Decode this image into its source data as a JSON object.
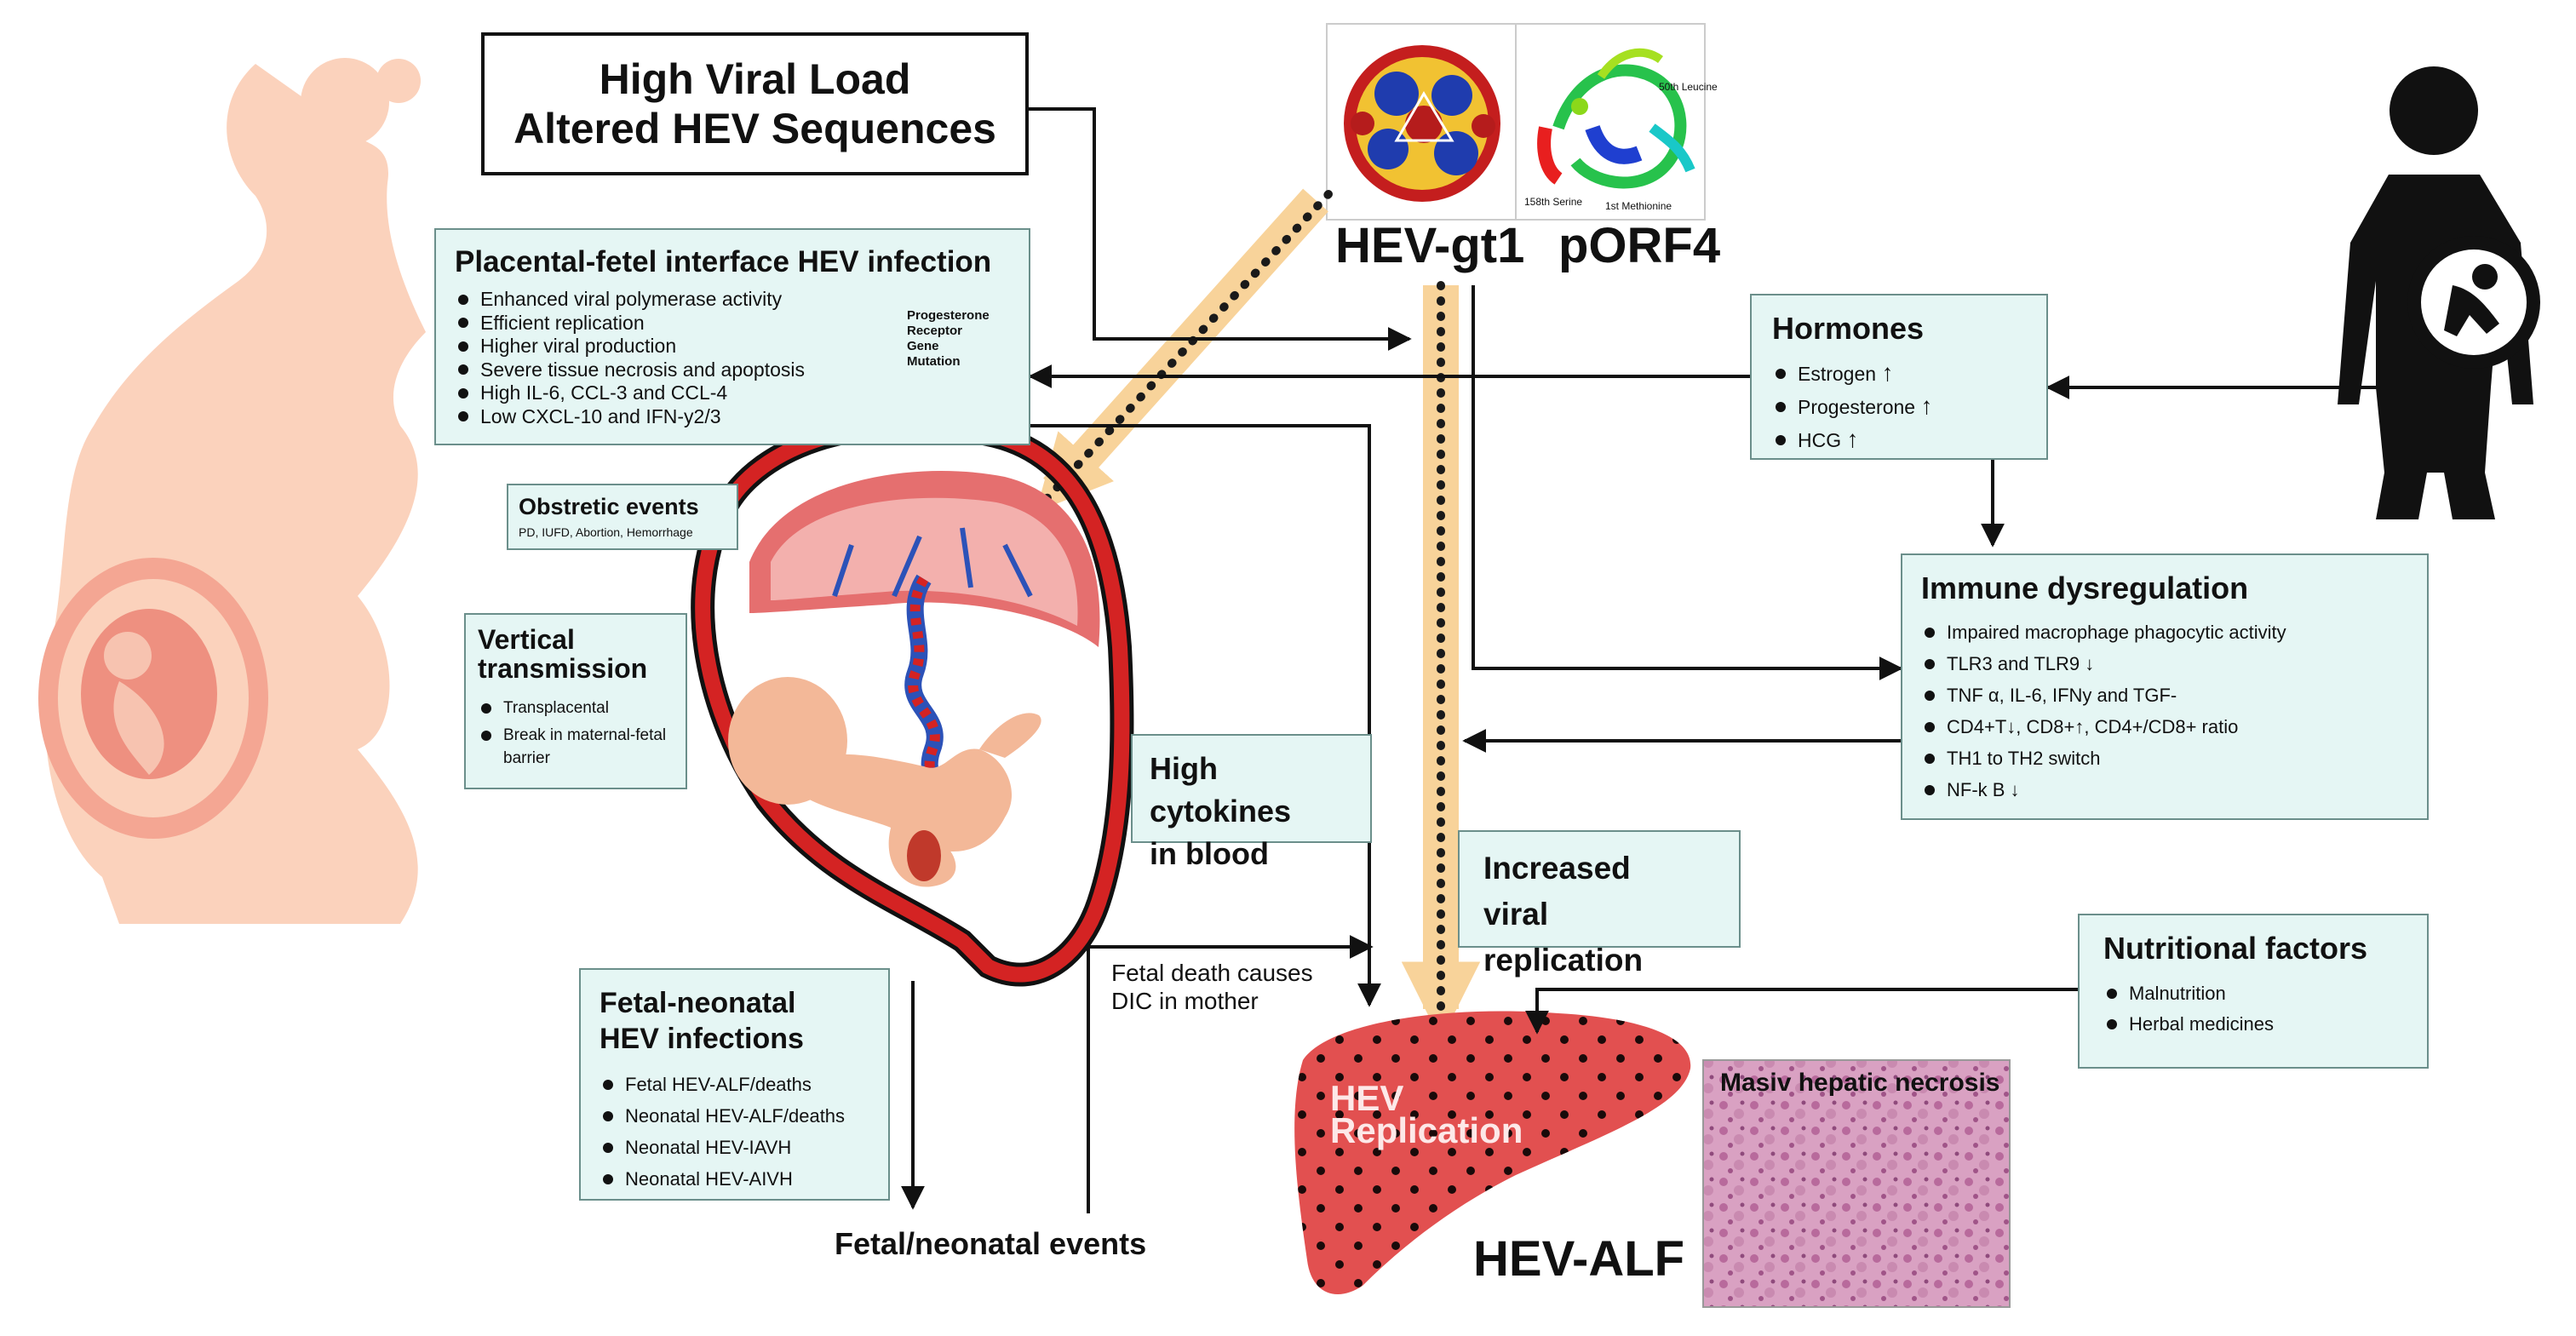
{
  "top_box": {
    "line1": "High Viral Load",
    "line2": "Altered HEV Sequences"
  },
  "virus_labels": {
    "hev_gt1": "HEV-gt1",
    "porf4": "pORF4"
  },
  "protein_annotations": {
    "leucine": "50th Leucine",
    "serine": "158th Serine",
    "methionine": "1st Methionine"
  },
  "placental": {
    "title": "Placental-fetel interface HEV infection",
    "items": [
      "Enhanced viral polymerase activity",
      "Efficient replication",
      "Higher viral production",
      "Severe tissue necrosis and apoptosis",
      "High IL-6, CCL-3 and CCL-4",
      "Low CXCL-10 and IFN-y2/3"
    ],
    "side_note": [
      "Progesterone",
      "Receptor",
      "Gene",
      "Mutation"
    ]
  },
  "hormones": {
    "title": "Hormones",
    "items": [
      {
        "label": "Estrogen",
        "arrow": "↑"
      },
      {
        "label": "Progesterone",
        "arrow": "↑"
      },
      {
        "label": "HCG",
        "arrow": "↑"
      }
    ]
  },
  "obstetric": {
    "title": "Obstretic events",
    "subtitle": "PD, IUFD, Abortion, Hemorrhage"
  },
  "vertical": {
    "title_line1": "Vertical",
    "title_line2": "transmission",
    "items": [
      "Transplacental",
      "Break in maternal-fetal",
      "barrier"
    ]
  },
  "immune": {
    "title": "Immune dysregulation",
    "items": [
      "Impaired macrophage phagocytic activity",
      "TLR3 and TLR9 ↓",
      "TNF α, IL-6, IFNy and TGF-",
      "CD4+T↓, CD8+↑, CD4+/CD8+ ratio",
      "TH1 to TH2 switch",
      "NF-k B ↓"
    ]
  },
  "cytokines": {
    "line1": "High cytokines",
    "line2": "in blood"
  },
  "increased": {
    "line1": "Increased",
    "line2": "viral replication"
  },
  "nutritional": {
    "title": "Nutritional factors",
    "items": [
      "Malnutrition",
      "Herbal medicines"
    ]
  },
  "fetal_neonatal": {
    "title_line1": "Fetal-neonatal",
    "title_line2": "HEV infections",
    "items": [
      "Fetal HEV-ALF/deaths",
      "Neonatal HEV-ALF/deaths",
      "Neonatal HEV-IAVH",
      "Neonatal HEV-AIVH"
    ]
  },
  "fetal_death": {
    "line1": "Fetal death causes",
    "line2": "DIC in mother"
  },
  "fetal_events": "Fetal/neonatal events",
  "liver": {
    "line1": "HEV",
    "line2": "Replication"
  },
  "hev_alf": "HEV-ALF",
  "necrosis": "Masiv hepatic necrosis",
  "colors": {
    "panel": "#e5f6f4",
    "panel_border": "#6b8f8b",
    "silhouette": "#fbd2bc",
    "uterus": "#d42323",
    "liver": "#e25050",
    "band": "#f8d39a"
  }
}
